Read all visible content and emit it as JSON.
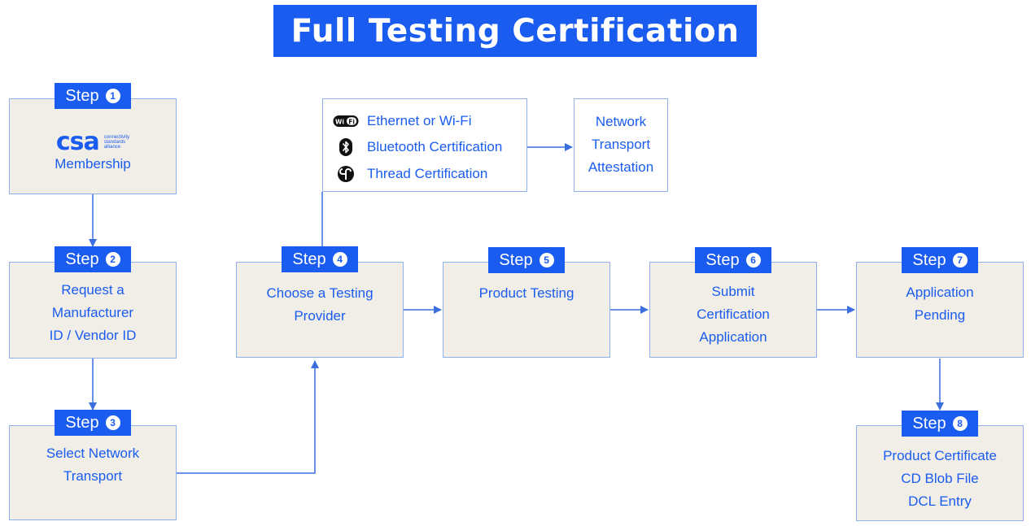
{
  "title": "Full Testing Certification",
  "step_label": "Step",
  "colors": {
    "accent": "#1a5cf0",
    "box_fill": "#f1ede7",
    "box_border": "#8fb0ea",
    "connector": "#3b6fe0"
  },
  "steps": [
    {
      "number": "1",
      "logo_text": "csa",
      "logo_small": [
        "connectivity",
        "standards",
        "alliance"
      ],
      "lines": [
        "Membership"
      ]
    },
    {
      "number": "2",
      "lines": [
        "Request a",
        "Manufacturer",
        "ID / Vendor ID"
      ]
    },
    {
      "number": "3",
      "lines": [
        "Select Network",
        "Transport"
      ]
    },
    {
      "number": "4",
      "lines": [
        "Choose a Testing",
        "Provider"
      ]
    },
    {
      "number": "5",
      "lines": [
        "Product Testing"
      ]
    },
    {
      "number": "6",
      "lines": [
        "Submit",
        "Certification",
        "Application"
      ]
    },
    {
      "number": "7",
      "lines": [
        "Application",
        "Pending"
      ]
    },
    {
      "number": "8",
      "lines": [
        "Product Certificate",
        "CD Blob File",
        "DCL Entry"
      ]
    }
  ],
  "transports": [
    {
      "icon": "wifi-icon",
      "badge": "Wi Fi",
      "label": "Ethernet or Wi-Fi"
    },
    {
      "icon": "bluetooth-icon",
      "label": "Bluetooth Certification"
    },
    {
      "icon": "thread-icon",
      "label": "Thread Certification"
    }
  ],
  "attestation": {
    "lines": [
      "Network",
      "Transport",
      "Attestation"
    ]
  }
}
